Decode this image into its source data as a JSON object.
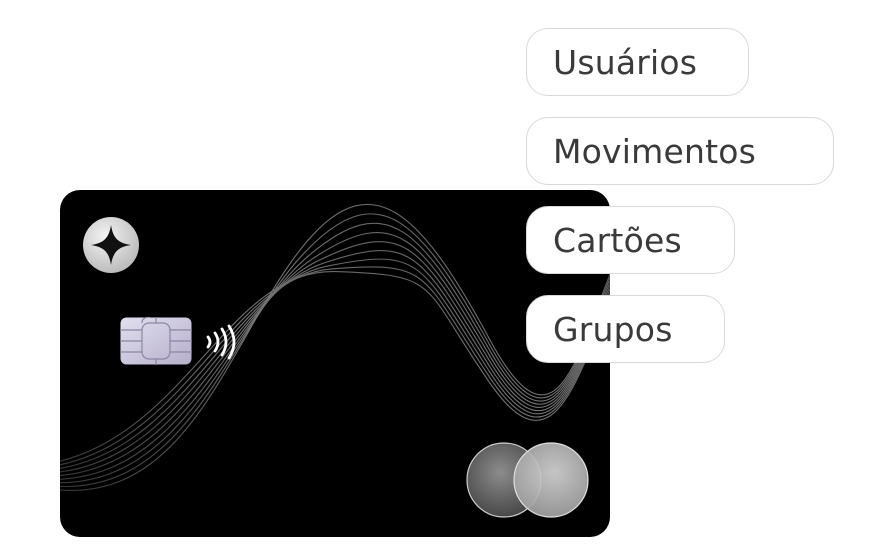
{
  "menu": {
    "items": [
      {
        "label": "Usuários"
      },
      {
        "label": "Movimentos"
      },
      {
        "label": "Cartões"
      },
      {
        "label": "Grupos"
      }
    ]
  },
  "card": {
    "background_color": "#000000",
    "brand_icon": "four-point-star-icon",
    "chip_icon": "emv-chip-icon",
    "contactless_icon": "contactless-payment-icon",
    "network_icon": "mastercard-logo"
  },
  "colors": {
    "pill_border": "#d9d9d9",
    "pill_text": "#3a3a3a",
    "chip": "#c9c4dc"
  }
}
